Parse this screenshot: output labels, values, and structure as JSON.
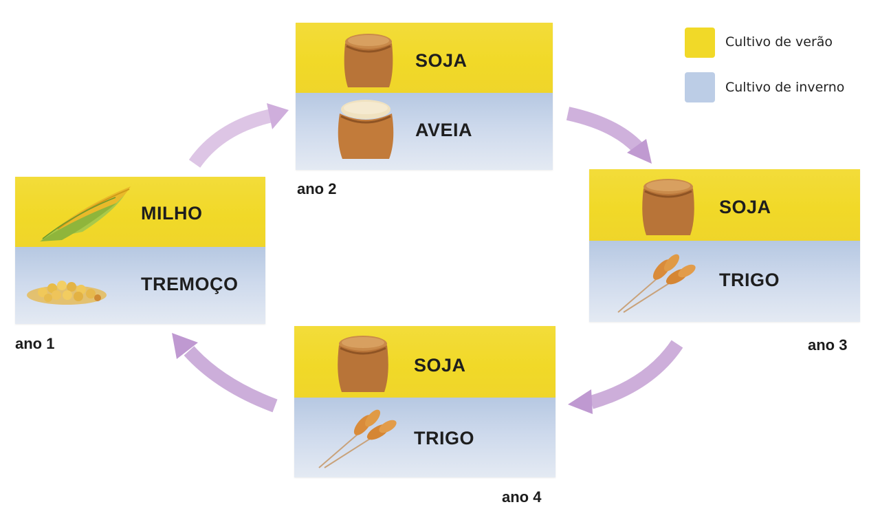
{
  "legend": {
    "summer_label": "Cultivo de verão",
    "winter_label": "Cultivo de inverno",
    "summer_color": "#f1d928",
    "winter_color": "#bccde6"
  },
  "years": [
    {
      "label": "ano 1",
      "summer_crop": "MILHO",
      "winter_crop": "TREMOÇO",
      "summer_icon": "corn-icon",
      "winter_icon": "lupin-seeds-icon"
    },
    {
      "label": "ano 2",
      "summer_crop": "SOJA",
      "winter_crop": "AVEIA",
      "summer_icon": "soy-sack-icon",
      "winter_icon": "oat-sack-icon"
    },
    {
      "label": "ano 3",
      "summer_crop": "SOJA",
      "winter_crop": "TRIGO",
      "summer_icon": "soy-sack-icon",
      "winter_icon": "wheat-icon"
    },
    {
      "label": "ano 4",
      "summer_crop": "SOJA",
      "winter_crop": "TRIGO",
      "summer_icon": "soy-sack-icon",
      "winter_icon": "wheat-icon"
    }
  ],
  "arrow_color": "#c9a8d6"
}
